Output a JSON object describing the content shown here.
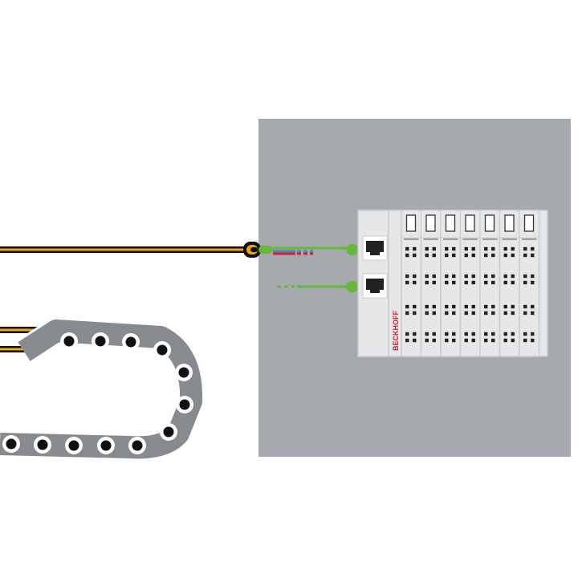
{
  "colors": {
    "background": "#ffffff",
    "cabinet": "#a6aaae",
    "cable_orange": "#f0a21a",
    "cable_black": "#111111",
    "green": "#67b83a",
    "blue": "#4a86c5",
    "red": "#d4202a",
    "chain": "#878b8f",
    "chain_hole": "#111111",
    "module_body": "#e6e7e8",
    "module_line": "#c9cbcd",
    "brand_red": "#d4202a"
  },
  "coupler": {
    "brand_label": "BECKHOFF",
    "ports": [
      {
        "name": "ethernet-port-1",
        "icon": "rj45-port-icon"
      },
      {
        "name": "ethernet-port-2",
        "icon": "rj45-port-icon"
      }
    ]
  },
  "io_terminals": {
    "count": 7,
    "icons": [
      "terminal-led-icon",
      "terminal-contacts-icon"
    ]
  }
}
